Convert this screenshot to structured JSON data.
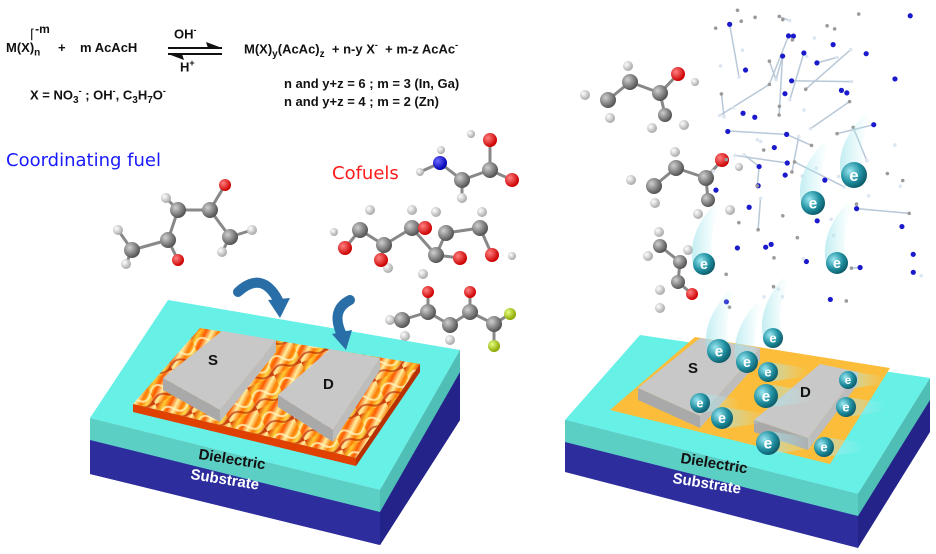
{
  "equation": {
    "reactant_metal": "M(X)",
    "reactant_metal_sub": "n",
    "reactant_charge": "-m",
    "plus1": "+",
    "reactant_acac": "m AcAcH",
    "arrow_top": "OH",
    "arrow_top_sup": "-",
    "arrow_bottom": "H",
    "arrow_bottom_sup": "+",
    "product_prefix": "M(X)",
    "product_sub_y": "y",
    "product_mid": "(AcAc)",
    "product_sub_z": "z",
    "product_rest1": "+  n-y X",
    "product_rest1_sup": "-",
    "product_rest2": "+  m-z AcAc",
    "product_rest2_sup": "-",
    "x_def_prefix": "X = NO",
    "x_def_sub": "3",
    "x_def_sup1": "-",
    "x_def_mid": "; OH",
    "x_def_sup2": "-",
    "x_def_c": ", C",
    "x_def_sub3": "3",
    "x_def_h": "H",
    "x_def_sub7": "7",
    "x_def_o": "O",
    "x_def_sup3": "-",
    "condition1": "n and y+z = 6 ; m = 3 (In, Ga)",
    "condition2": "n and y+z = 4 ; m = 2 (Zn)"
  },
  "labels": {
    "coordinating_fuel": "Coordinating fuel",
    "cofuels": "Cofuels"
  },
  "left_device": {
    "source": "S",
    "drain": "D",
    "dielectric": "Dielectric",
    "substrate": "Substrate"
  },
  "right_device": {
    "source": "S",
    "drain": "D",
    "dielectric": "Dielectric",
    "substrate": "Substrate",
    "electron_symbol": "e"
  },
  "colors": {
    "coordinating_fuel": "#1a1aff",
    "cofuels": "#ff1a1a",
    "dielectric": "#66f0e6",
    "dielectric_side": "#5ccfc4",
    "substrate": "#2d2d9e",
    "substrate_side": "#23238a",
    "electrode": "#c8c8c8",
    "channel_gold": "#fbbd3a",
    "arrow": "#2a6ea8",
    "electron": "#1a7a8a"
  }
}
